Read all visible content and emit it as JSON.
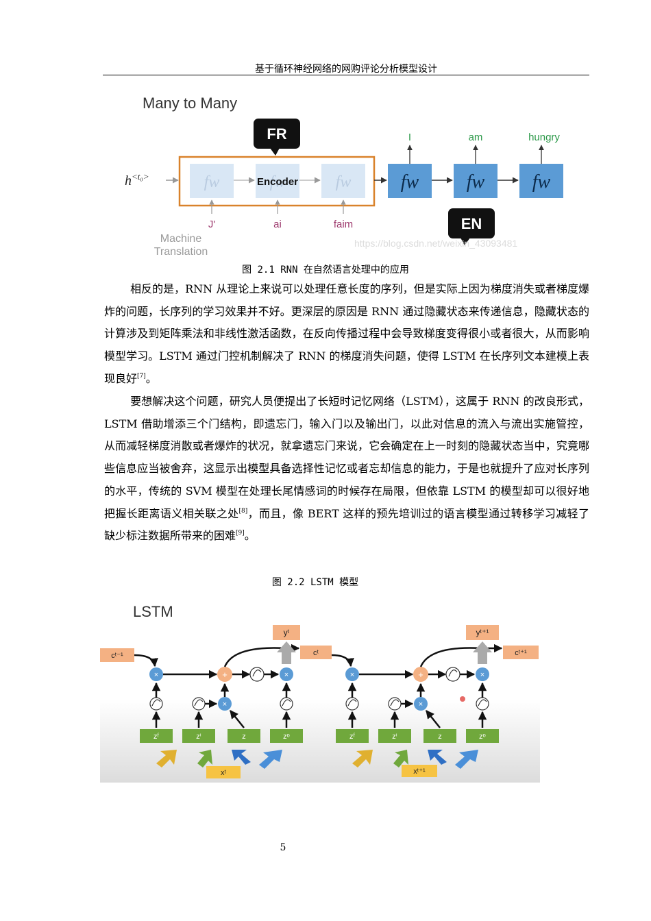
{
  "header": {
    "title": "基于循环神经网络的网购评论分析模型设计"
  },
  "figure1": {
    "title": "Many to Many",
    "source_bubble": "FR",
    "target_bubble": "EN",
    "initial_state_base": "h",
    "initial_state_sup": "<t₀>",
    "encoder_label": "Encoder",
    "cell_label": "fw",
    "inputs": [
      "J'",
      "ai",
      "faim"
    ],
    "outputs": [
      "I",
      "am",
      "hungry"
    ],
    "task_label_line1": "Machine",
    "task_label_line2": "Translation",
    "watermark": "https://blog.csdn.net/weixin_43093481",
    "caption": "图 2.1 RNN 在自然语言处理中的应用"
  },
  "paragraph1": {
    "text_a": "相反的是，RNN 从理论上来说可以处理任意长度的序列，但是实际上因为梯度消失或者梯度爆炸的问题，长序列的学习效果并不好。更深层的原因是 RNN 通过隐藏状态来传递信息，隐藏状态的计算涉及到矩阵乘法和非线性激活函数，在反向传播过程中会导致梯度变得很小或者很大，从而影响模型学习。LSTM 通过门控机制解决了 RNN 的梯度消失问题，使得 LSTM 在长序列文本建模上表现良好",
    "ref_a": "[7]",
    "text_b": "。"
  },
  "paragraph2": {
    "text_a": "要想解决这个问题，研究人员便提出了长短时记忆网络（LSTM），这属于 RNN 的改良形式，LSTM 借助增添三个门结构，即遗忘门，输入门以及输出门，以此对信息的流入与流出实施管控，从而减轻梯度消散或者爆炸的状况，就拿遗忘门来说，它会确定在上一时刻的隐藏状态当中，究竟哪些信息应当被舍弃，这显示出模型具备选择性记忆或者忘却信息的能力，于是也就提升了应对长序列的水平，传统的 SVM 模型在处理长尾情感词的时候存在局限，但依靠 LSTM 的模型却可以很好地把握长距离语义相关联之处",
    "ref_a": "[8]",
    "text_b": "，而且，像 BERT 这样的预先培训过的语言模型通过转移学习减轻了缺少标注数据所带来的困难",
    "ref_b": "[9]",
    "text_c": "。"
  },
  "figure2": {
    "caption": "图 2.2 LSTM 模型",
    "title": "LSTM",
    "gate_labels": [
      "zᶠ",
      "zⁱ",
      "z",
      "zᵒ"
    ],
    "mult_symbol": "×",
    "add_symbol": "+",
    "left_cell": {
      "c_in": "cᵗ⁻¹",
      "c_out": "cᵗ",
      "y": "yᵗ",
      "x": "xᵗ"
    },
    "right_cell": {
      "c_out": "cᵗ⁺¹",
      "y": "yᵗ⁺¹",
      "x": "xᵗ⁺¹"
    }
  },
  "page_number": "5",
  "colors": {
    "cell_light": "#d9e7f5",
    "cell_dark": "#5b9bd5",
    "encoder_border": "#d9822b",
    "output_green": "#2e9a4b",
    "input_purple": "#9e3b6e",
    "gate_green": "#70a83c",
    "mult_blue": "#5b9bd5",
    "add_orange": "#f4b183",
    "box_orange": "#f4b183",
    "yellow_box": "#f6c343"
  }
}
